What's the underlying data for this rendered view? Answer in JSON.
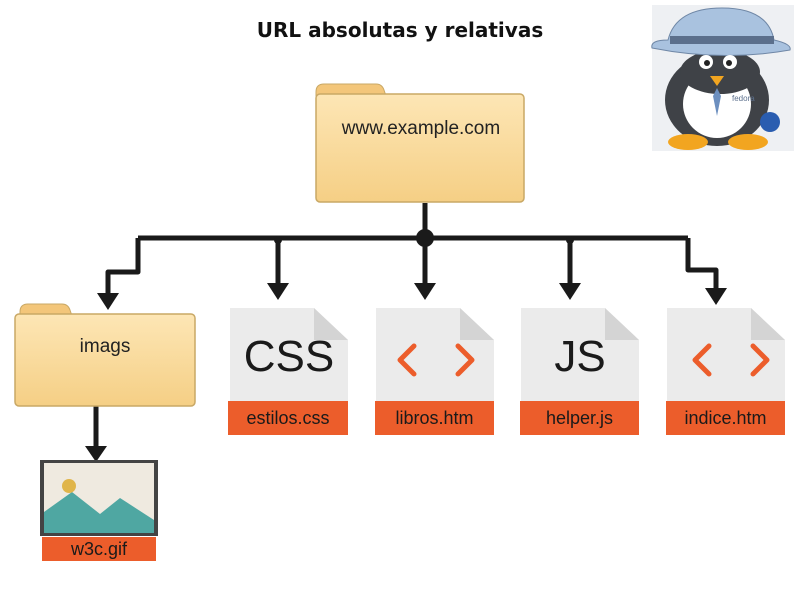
{
  "title": "URL absolutas y relativas",
  "root": {
    "label": "www.example.com",
    "kind": "folder"
  },
  "children": [
    {
      "label": "imags",
      "kind": "folder"
    },
    {
      "label": "estilos.css",
      "kind": "file",
      "symbol": "CSS"
    },
    {
      "label": "libros.htm",
      "kind": "file",
      "symbol": "< >"
    },
    {
      "label": "helper.js",
      "kind": "file",
      "symbol": "JS"
    },
    {
      "label": "indice.htm",
      "kind": "file",
      "symbol": "< >"
    }
  ],
  "grandchild": {
    "label": "w3c.gif",
    "kind": "image",
    "parent": "imags"
  },
  "mascot": {
    "text": "fedora",
    "icon": "fedora-penguin-mascot"
  },
  "colors": {
    "folder": "#fbdda0",
    "folder_stroke": "#c9a865",
    "band": "#ec5d2b",
    "connector": "#1a1a1a",
    "code": "#ec5d2b"
  }
}
